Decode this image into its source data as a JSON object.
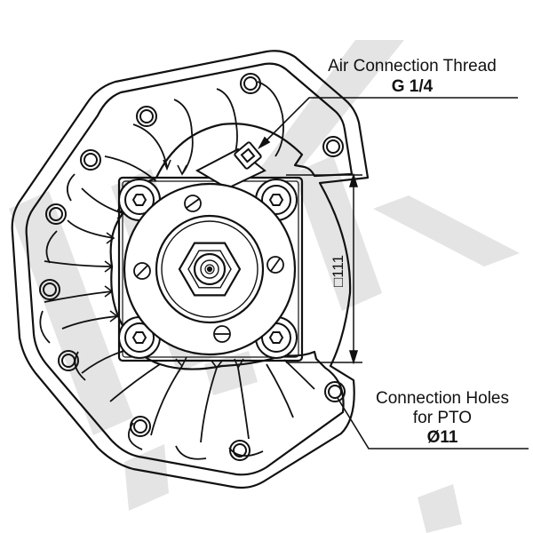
{
  "air_connection": {
    "title": "Air Connection Thread",
    "value": "G 1/4"
  },
  "connection_holes": {
    "title": "Connection Holes",
    "subtitle": "for PTO",
    "value": "Ø11"
  },
  "dimension": {
    "square_size": "□111"
  },
  "colors": {
    "line": "#111111",
    "watermark": "#e3e3e3",
    "background": "#ffffff"
  }
}
